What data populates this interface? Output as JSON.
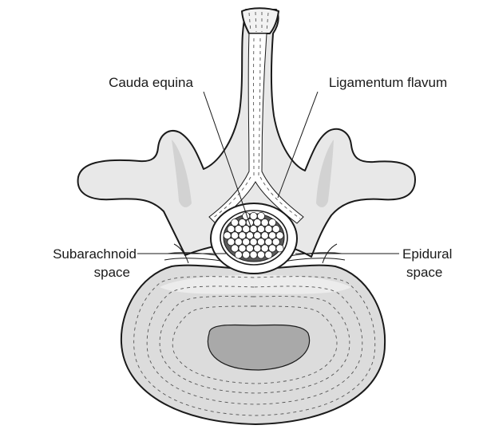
{
  "diagram": {
    "labels": {
      "cauda_equina": "Cauda equina",
      "ligamentum_flavum": "Ligamentum flavum",
      "subarachnoid_line1": "Subarachnoid",
      "subarachnoid_line2": "space",
      "epidural_line1": "Epidural",
      "epidural_line2": "space"
    },
    "colors": {
      "bone_fill": "#e8e8e8",
      "bone_shade": "#d2d2d2",
      "body_fill": "#dcdcdc",
      "nucleus_fill": "#a9a9a9",
      "cauda_fill": "#5a5a5a",
      "outline": "#1a1a1a"
    }
  }
}
